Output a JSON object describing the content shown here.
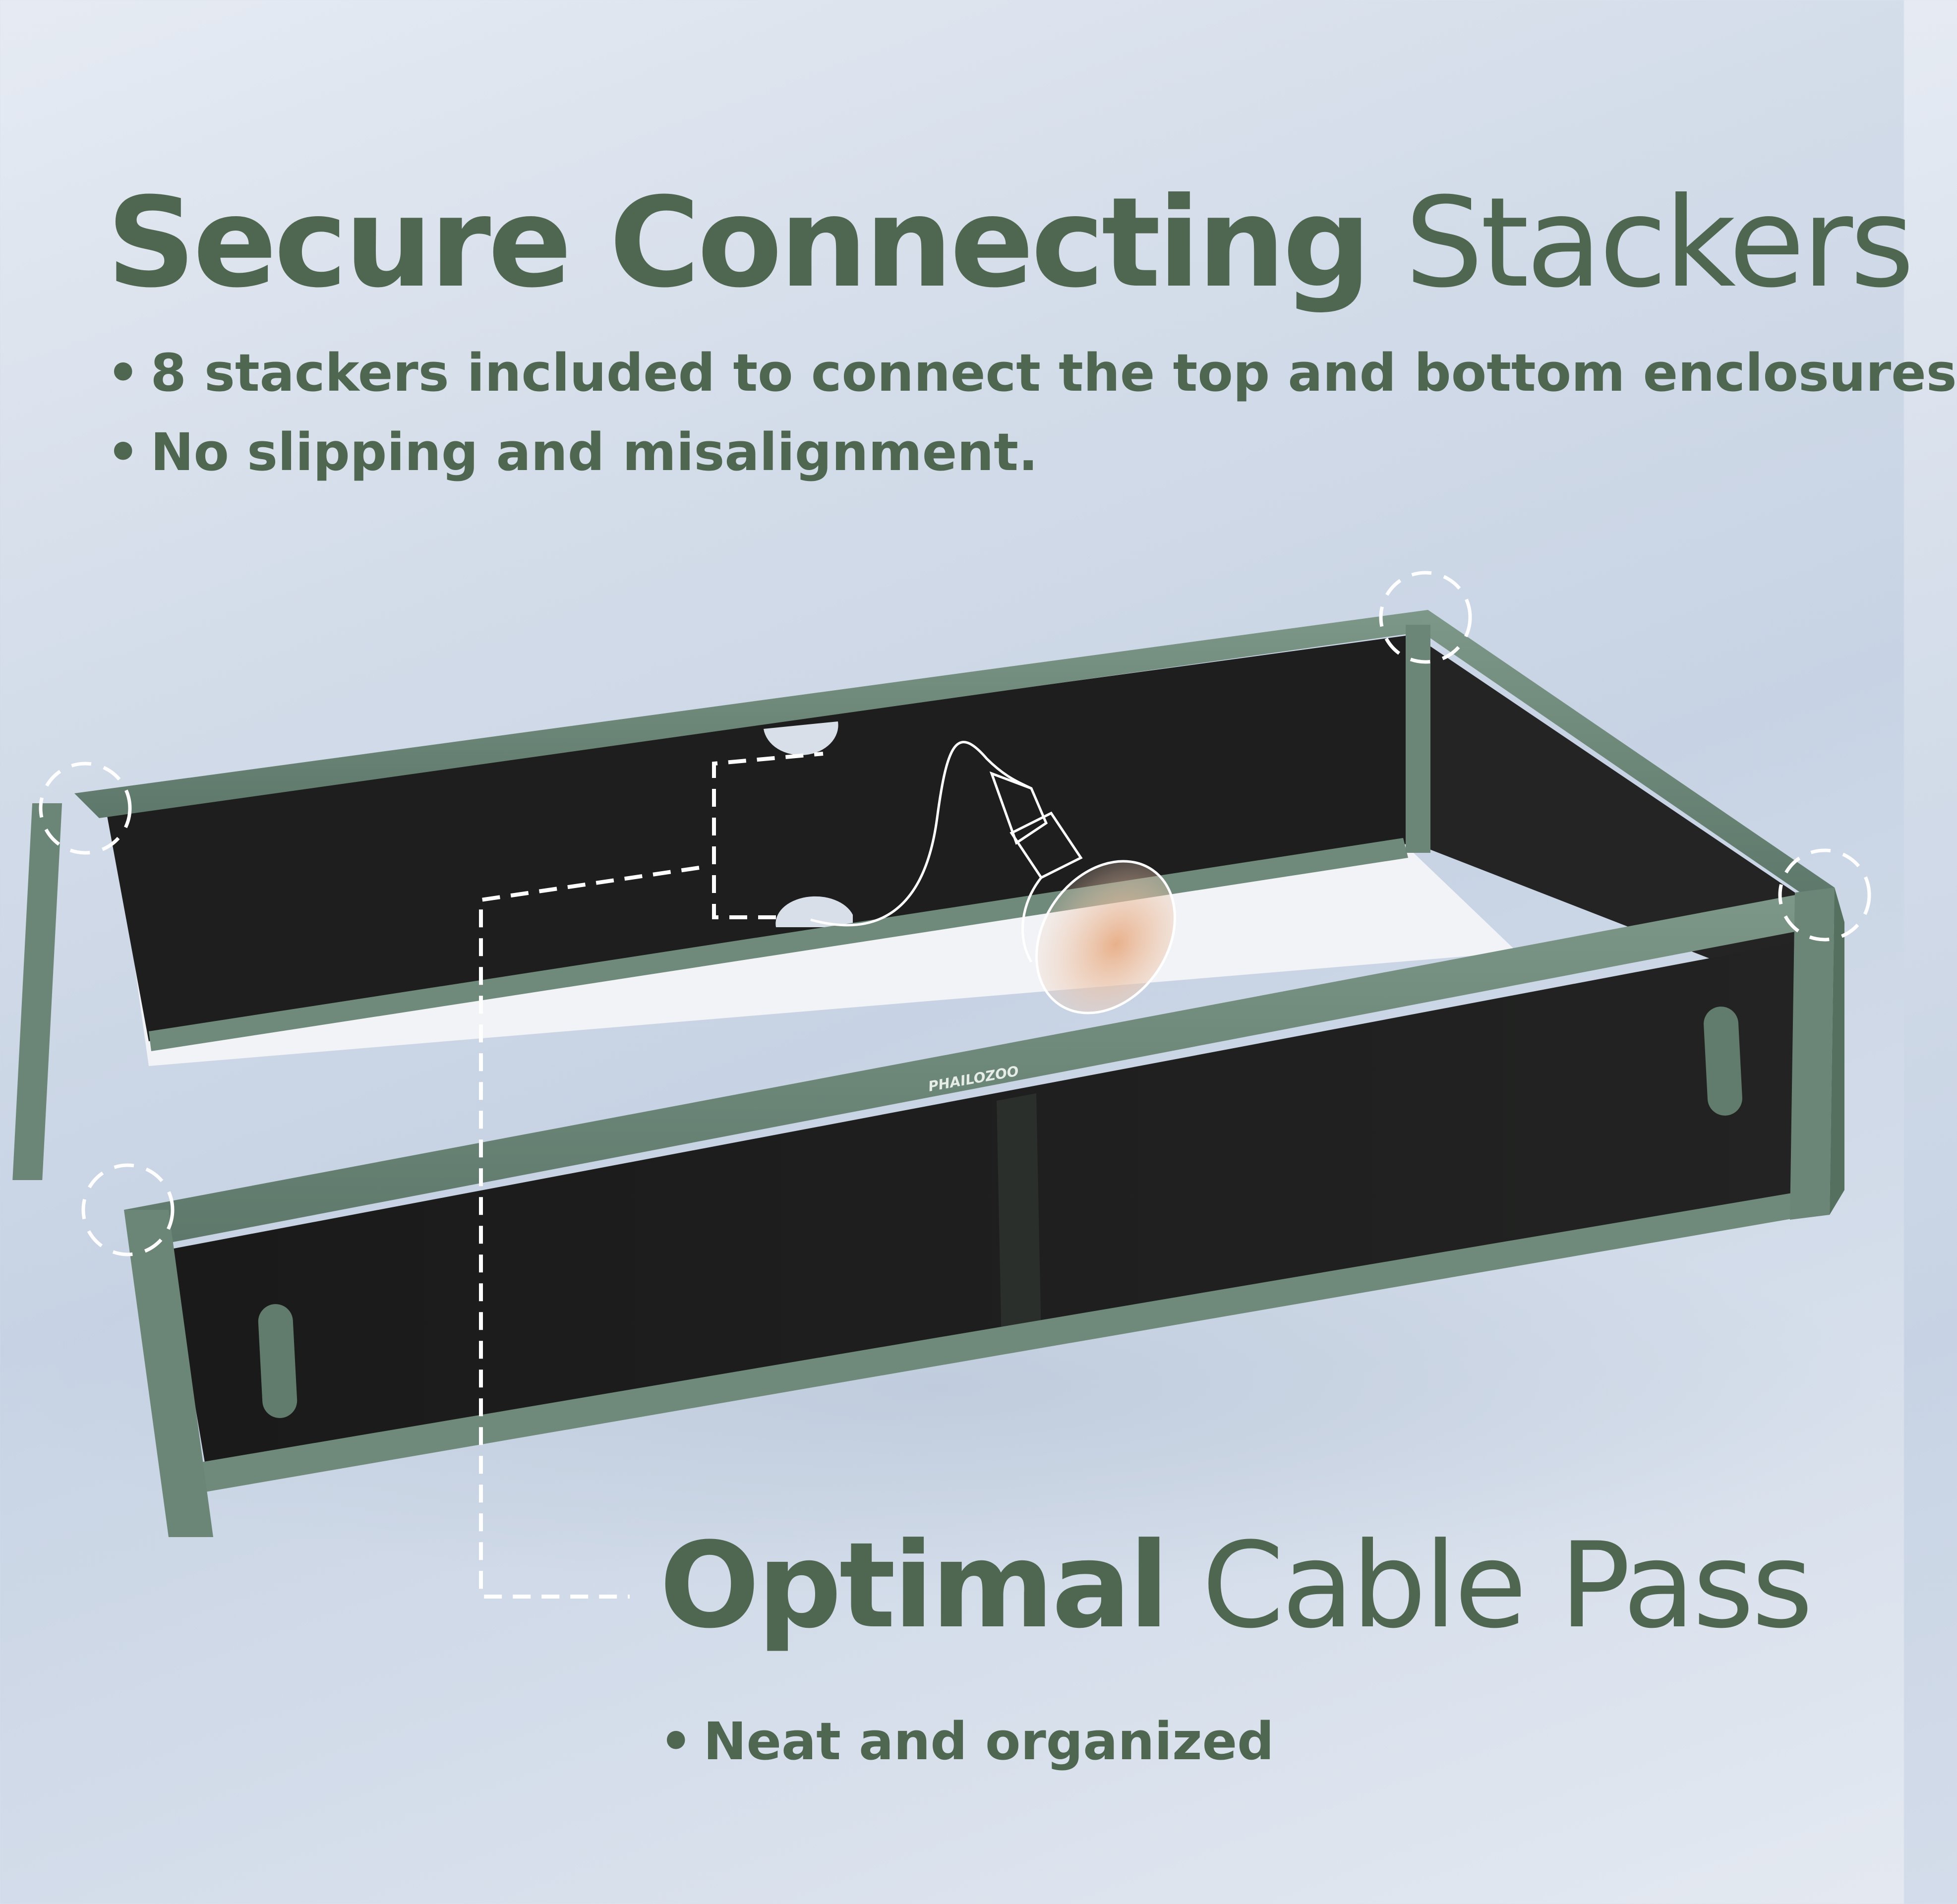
{
  "stackers": {
    "title_bold": "Secure Connecting",
    "title_light": "Stackers",
    "bullets": [
      "8 stackers included to connect the top and bottom enclosures",
      "No slipping and misalignment."
    ]
  },
  "cable_pass": {
    "title_bold": "Optimal",
    "title_light": "Cable Pass",
    "bullets": [
      "Neat and organized"
    ]
  },
  "product": {
    "brand_label": "PHAILOZOO"
  },
  "colors": {
    "text_green": "#4f6750",
    "frame_green": "#6b8677",
    "panel_black": "#1c1c1c",
    "background": "#d3dce9"
  },
  "icons": {
    "bullet": "•",
    "heat_lamp": "heat-lamp-icon"
  }
}
